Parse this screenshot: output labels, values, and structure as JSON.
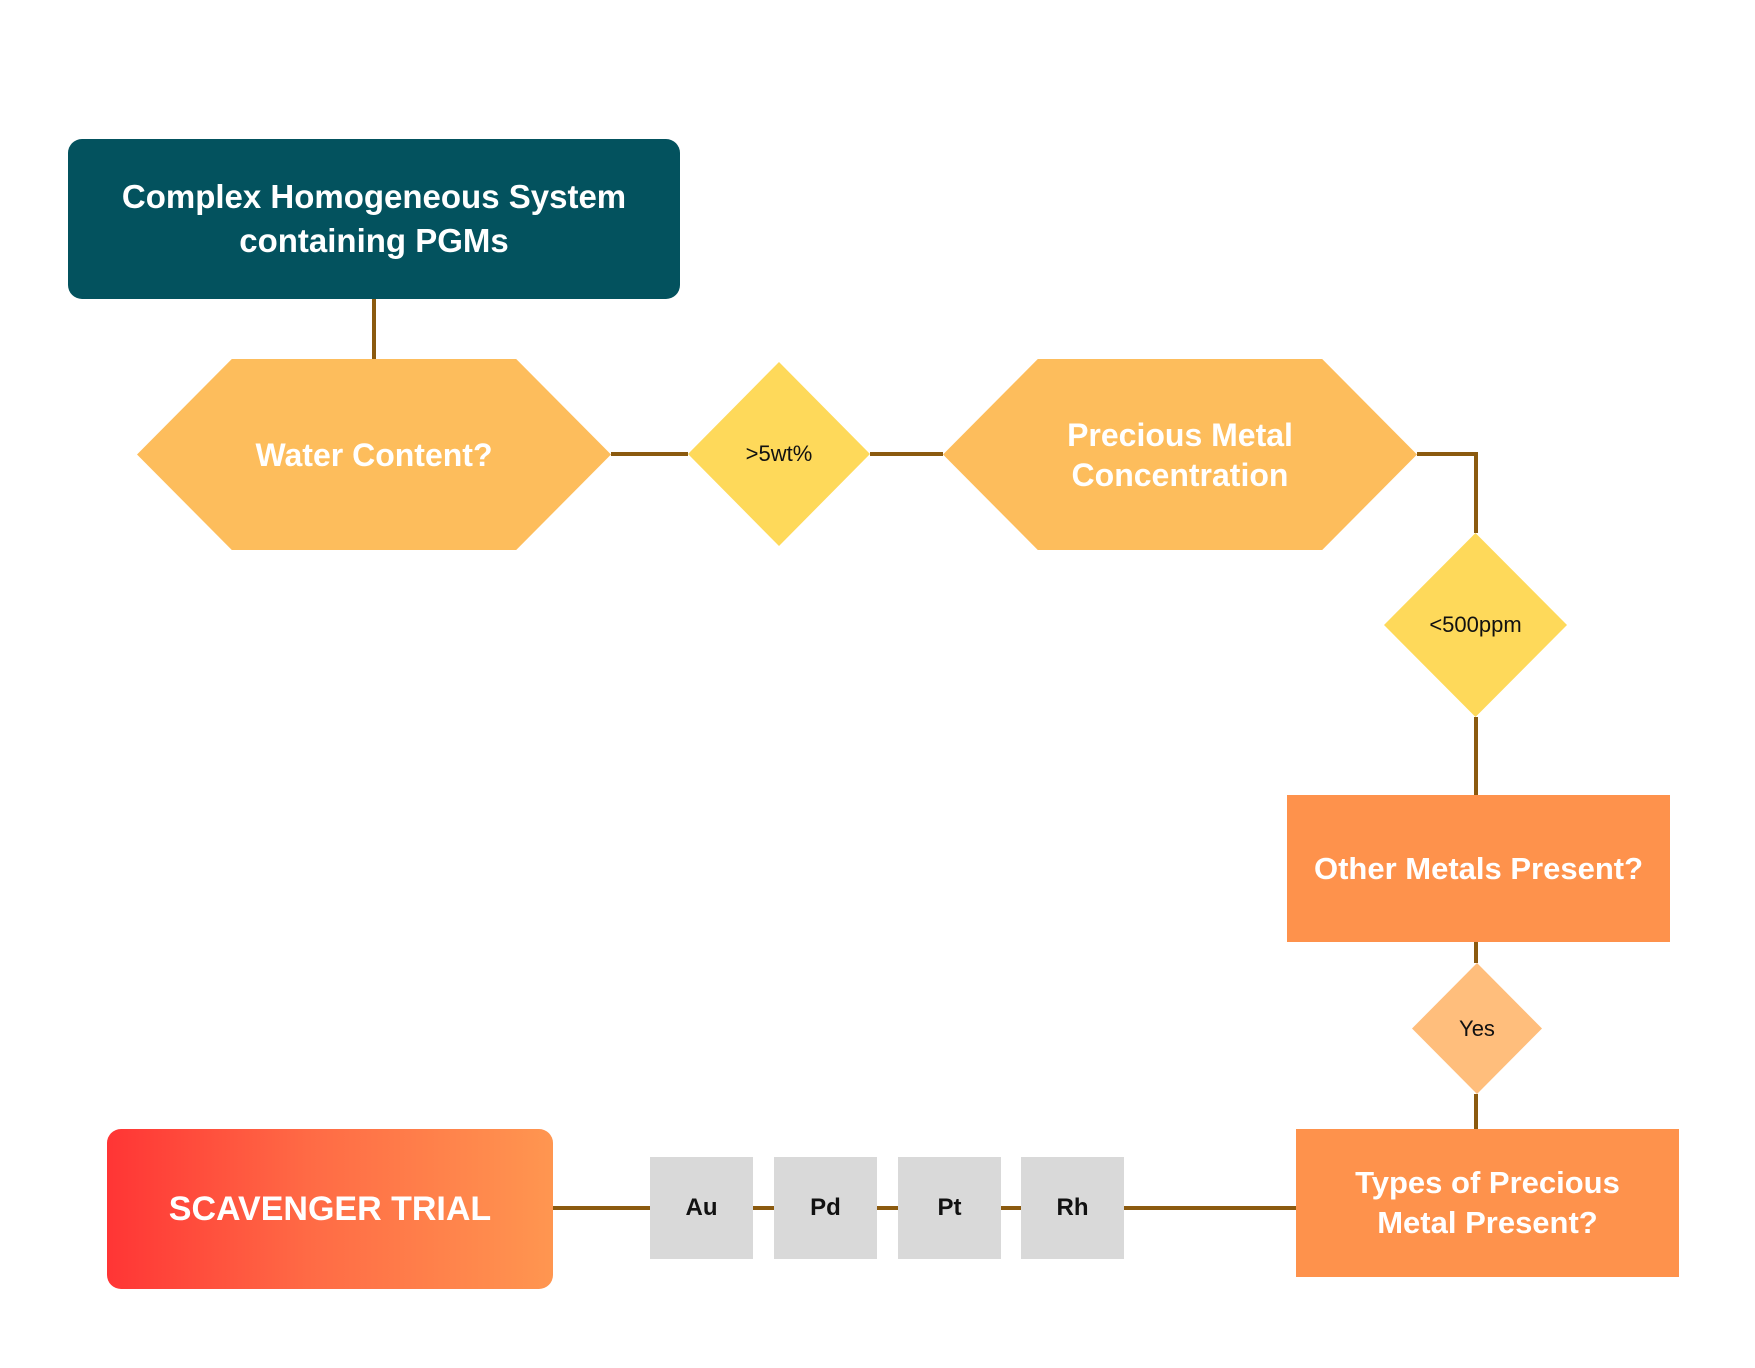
{
  "colors": {
    "connector": "#8b5a0f",
    "start_fill": "#03525e",
    "hexagon_fill": "#fdbd5c",
    "diamond_fill": "#fed95a",
    "yes_diamond_fill": "#ffbe7c",
    "question_box_fill": "#fe924c",
    "metal_box_fill": "#d9d9d9",
    "end_gradient": [
      "#ff3535",
      "#ff9650"
    ]
  },
  "nodes": {
    "start": "Complex Homogeneous System containing PGMs",
    "water_content": "Water Content?",
    "water_threshold": ">5wt%",
    "precious_metal_concentration": "Precious Metal Concentration",
    "concentration_threshold": "<500ppm",
    "other_metals": "Other Metals Present?",
    "other_metals_answer": "Yes",
    "types_of_metal": "Types of Precious Metal Present?",
    "metals": [
      "Au",
      "Pd",
      "Pt",
      "Rh"
    ],
    "end": "SCAVENGER TRIAL"
  }
}
